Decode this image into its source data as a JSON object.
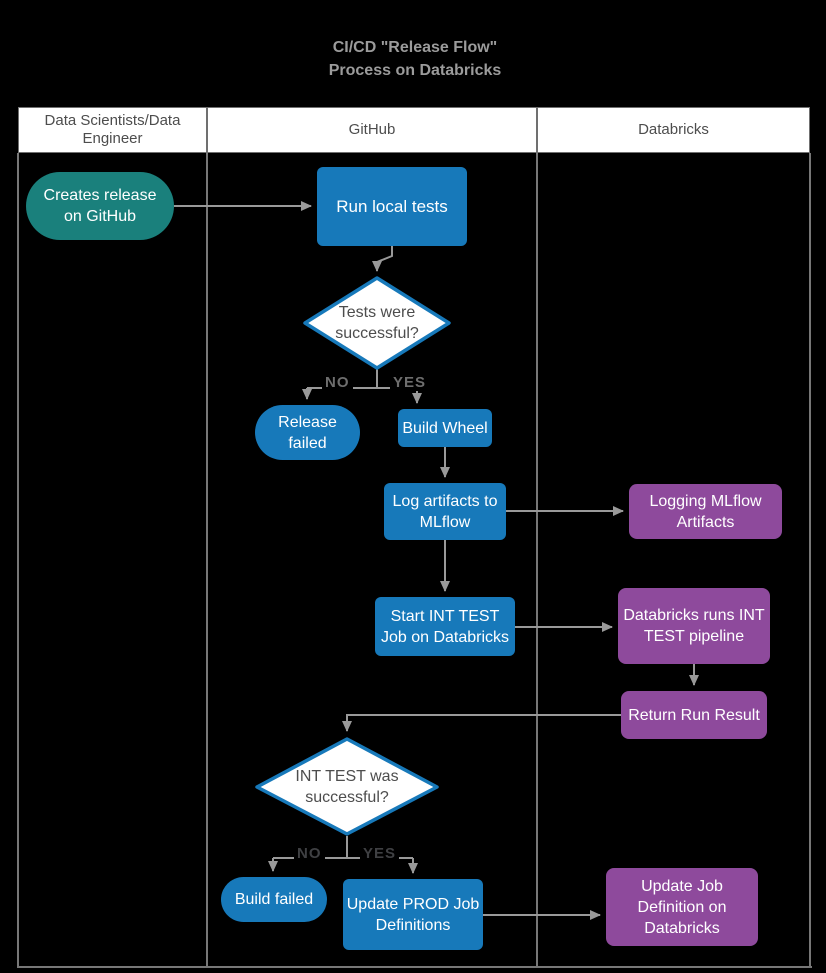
{
  "title": {
    "line1": "CI/CD  \"Release Flow\"",
    "line2": "Process on Databricks"
  },
  "lanes": [
    {
      "label": "Data Scientists/Data\nEngineer"
    },
    {
      "label": "GitHub"
    },
    {
      "label": "Databricks"
    }
  ],
  "nodes": {
    "creates_release": {
      "label": "Creates release\non GitHub",
      "shape": "stadium",
      "color": "teal"
    },
    "run_local_tests": {
      "label": "Run local tests",
      "shape": "rect",
      "color": "blue"
    },
    "release_failed": {
      "label": "Release\nfailed",
      "shape": "stadium",
      "color": "blue"
    },
    "build_wheel": {
      "label": "Build Wheel",
      "shape": "rect",
      "color": "blue"
    },
    "log_artifacts": {
      "label": "Log artifacts to\nMLflow",
      "shape": "rect",
      "color": "blue"
    },
    "logging_mlflow": {
      "label": "Logging MLflow\nArtifacts",
      "shape": "rect",
      "color": "purple"
    },
    "start_int_test": {
      "label": "Start INT TEST\nJob on Databricks",
      "shape": "rect",
      "color": "blue"
    },
    "databricks_runs": {
      "label": "Databricks runs INT\nTEST pipeline",
      "shape": "rect",
      "color": "purple"
    },
    "return_run_result": {
      "label": "Return Run Result",
      "shape": "rect",
      "color": "purple"
    },
    "build_failed": {
      "label": "Build failed",
      "shape": "stadium",
      "color": "blue"
    },
    "update_prod": {
      "label": "Update PROD Job\nDefinitions",
      "shape": "rect",
      "color": "blue"
    },
    "update_job_def": {
      "label": "Update Job\nDefinition on\nDatabricks",
      "shape": "rect",
      "color": "purple"
    }
  },
  "decisions": {
    "tests_successful": {
      "label": "Tests were\nsuccessful?"
    },
    "int_test_successful": {
      "label": "INT TEST was\nsuccessful?"
    }
  },
  "branch_labels": {
    "d1_no": "NO",
    "d1_yes": "YES",
    "d2_no": "NO",
    "d2_yes": "YES"
  },
  "colors": {
    "background": "#000000",
    "process_blue": "#1779ba",
    "terminal_teal": "#1a807c",
    "databricks_purple": "#8e4a9c",
    "diamond_fill": "#ffffff",
    "diamond_border": "#1779ba",
    "diamond_text": "#4d4d4d",
    "arrow_gray": "#999999",
    "lane_border": "#707070",
    "lane_header_bg": "#ffffff",
    "lane_header_text": "#4d4d4d",
    "title_text": "#9b9b9b",
    "branch_label_gray": "#6e6e6e",
    "branch_label_dark": "#3f4043",
    "node_text": "#ffffff"
  }
}
